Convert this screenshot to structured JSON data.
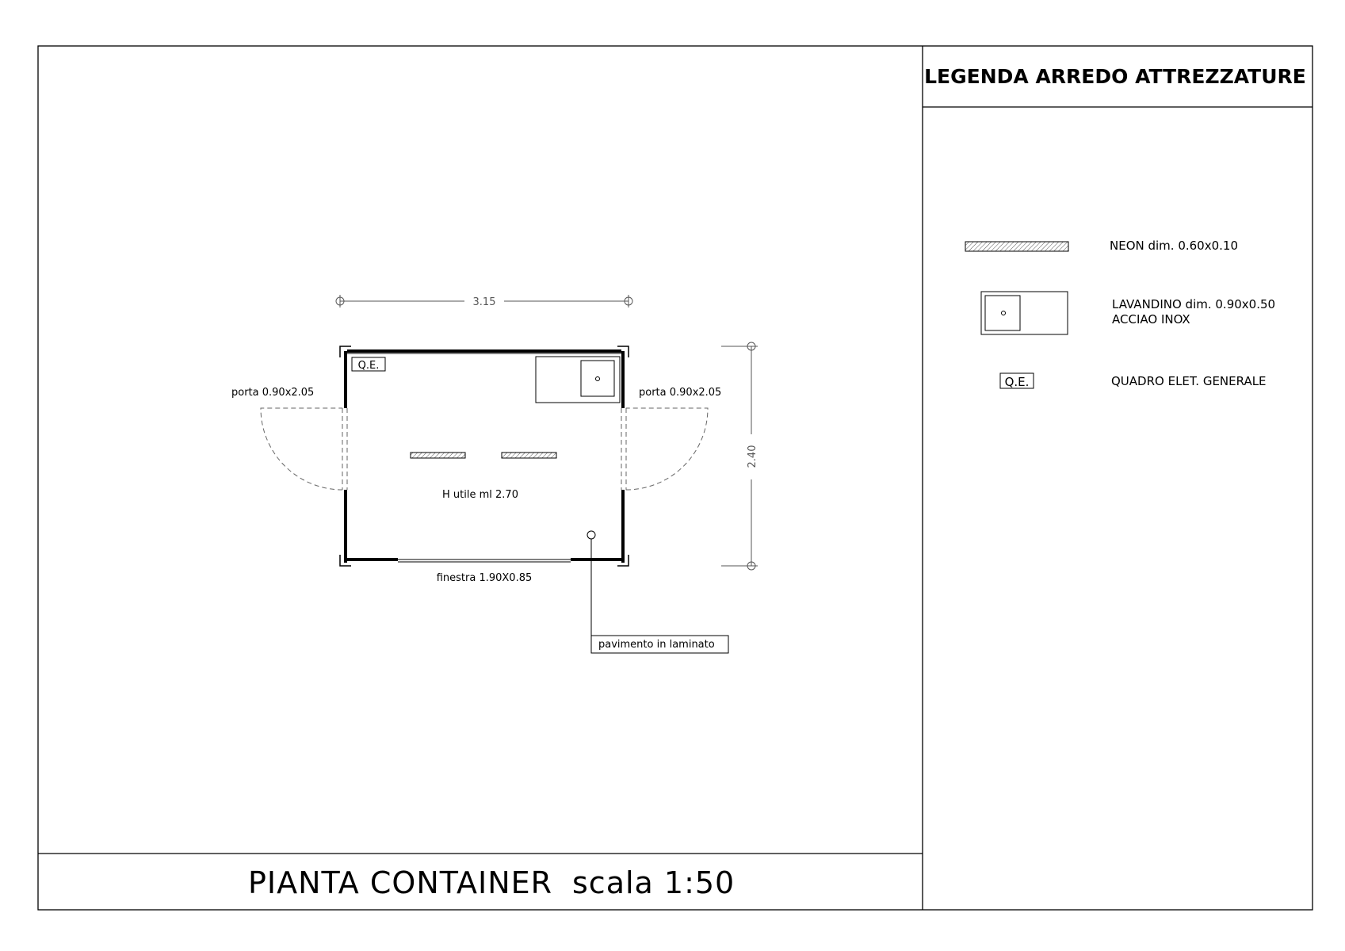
{
  "legend": {
    "header": "LEGENDA ARREDO ATTREZZATURE",
    "neon_label": "NEON dim. 0.60x0.10",
    "sink_label_line1": "LAVANDINO dim. 0.90x0.50",
    "sink_label_line2": "ACCIAO INOX",
    "qe_symbol": "Q.E.",
    "qe_label": "QUADRO ELET. GENERALE"
  },
  "plan": {
    "title": "PIANTA CONTAINER",
    "scale": "scala 1:50",
    "width_dimension": "3.15",
    "depth_dimension": "2.40",
    "left_door": "porta 0.90x2.05",
    "right_door": "porta 0.90x2.05",
    "window": "finestra 1.90X0.85",
    "height_note": "H utile ml 2.70",
    "floor_note": "pavimento in laminato",
    "qe_tag": "Q.E."
  }
}
